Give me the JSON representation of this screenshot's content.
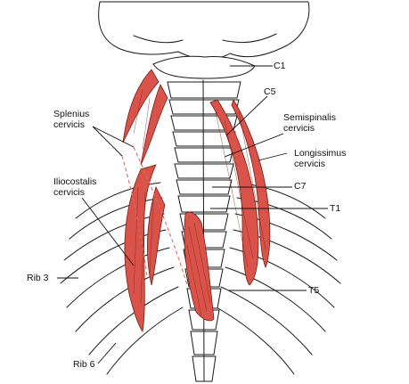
{
  "colors": {
    "muscle": "#d9534a",
    "muscle_edge": "#7a1d12",
    "bone_outline": "#1a1a1a",
    "background": "#ffffff",
    "dashed_guide": "#e06a5a"
  },
  "labels": {
    "c1": "C1",
    "c5": "C5",
    "c7": "C7",
    "t1": "T1",
    "t5": "T5",
    "splenius": "Splenius\ncervicis",
    "semispinalis": "Semispinalis\ncervicis",
    "longissimus": "Longissimus\ncervicis",
    "iliocostalis": "Iliocostalis\ncervicis",
    "rib3": "Rib 3",
    "rib6": "Rib 6"
  }
}
